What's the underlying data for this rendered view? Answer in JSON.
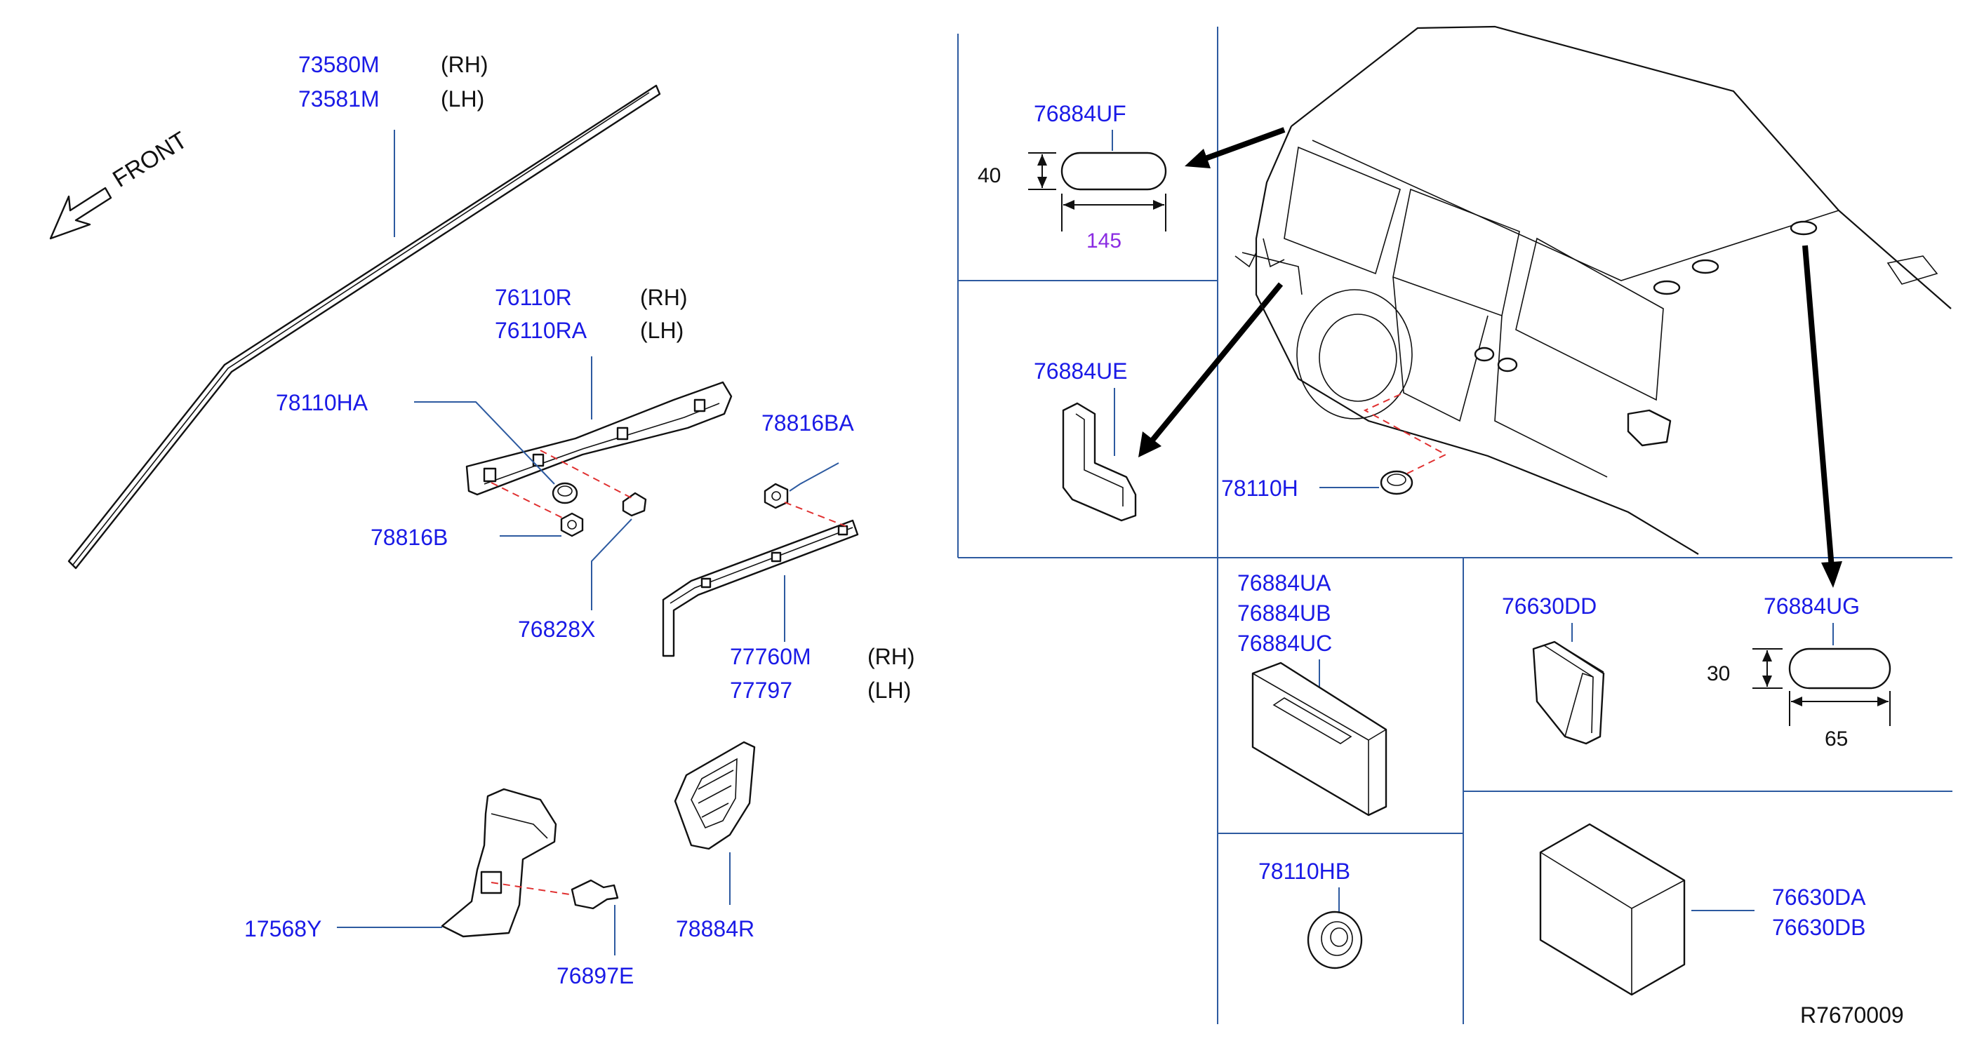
{
  "front_label": "FRONT",
  "reference": "R7670009",
  "parts": {
    "roof_molding_rh": "73580M",
    "roof_molding_lh": "73581M",
    "side_rh": "(RH)",
    "side_lh": "(LH)",
    "garnish_rh": "76110R",
    "garnish_lh": "76110RA",
    "clip_78110HA": "78110HA",
    "nut_78816BA": "78816BA",
    "nut_78816B": "78816B",
    "clip_76828X": "76828X",
    "molding_77760M": "77760M",
    "molding_77797": "77797",
    "bracket_17568Y": "17568Y",
    "clip_76897E": "76897E",
    "protector_78884R": "78884R",
    "seal_76884UF": "76884UF",
    "seal_76884UE": "76884UE",
    "clip_78110H": "78110H",
    "seal_76884UA": "76884UA",
    "seal_76884UB": "76884UB",
    "seal_76884UC": "76884UC",
    "pad_76630DD": "76630DD",
    "seal_76884UG": "76884UG",
    "grommet_78110HB": "78110HB",
    "pad_76630DA": "76630DA",
    "pad_76630DB": "76630DB"
  },
  "dimensions": {
    "uf_height": "40",
    "uf_width": "145",
    "ug_height": "30",
    "ug_width": "65"
  }
}
